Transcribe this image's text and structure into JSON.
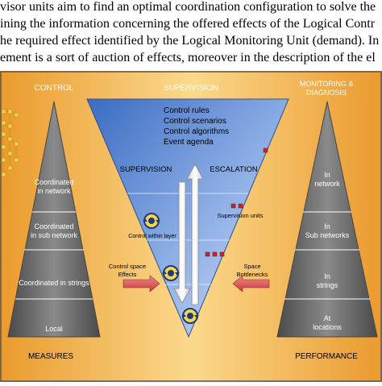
{
  "text_lines": [
    "visor units aim to find an optimal coordination configuration to solve the",
    "ining the information concerning the offered effects of the Logical Contr",
    "he required effect identified by the Logical Monitoring Unit (demand). In",
    "ement is a sort of auction of effects, moreover in the description of the el"
  ],
  "diagram": {
    "control_heading": "CONTROL",
    "supervision_heading": "SUPERVISION",
    "monitoring_heading_line1": "MONITORING &",
    "monitoring_heading_line2": "DIAGNOSIS",
    "measures_label": "MEASURES",
    "performance_label": "PERFORMANCE",
    "left_pyramid": {
      "level1_line1": "Coordinated",
      "level1_line2": "in network",
      "level2_line1": "Coordinated",
      "level2_line2": "in sub network",
      "level3": "Coordinated in strings",
      "level4": "Local"
    },
    "right_pyramid": {
      "level1_line1": "In",
      "level1_line2": "network",
      "level2_line1": "In",
      "level2_line2": "Sub networks",
      "level3_line1": "In",
      "level3_line2": "strings",
      "level4_line1": "At",
      "level4_line2": "locations"
    },
    "funnel": {
      "items": [
        "Control rules",
        "Control scenarios",
        "Control algorithms",
        "Event agenda"
      ],
      "supervision_label": "SUPERVISION",
      "escalation_label": "ESCALATION",
      "supervision_units": "Supervision units",
      "control_within_layer": "Control within layer"
    },
    "left_arrow_line1": "Control space",
    "left_arrow_line2": "Effects",
    "right_arrow_line1": "Space",
    "right_arrow_line2": "Bottlenecks"
  },
  "colors": {
    "orange_light": "#f9cf73",
    "orange_dark": "#eb9a2e",
    "pyramid_grey": "#5c5c5c",
    "funnel_blue": "#3f72c8",
    "funnel_light": "#b7cdf0",
    "arrow_red": "#d9534f",
    "unit_red": "#cc2222"
  }
}
